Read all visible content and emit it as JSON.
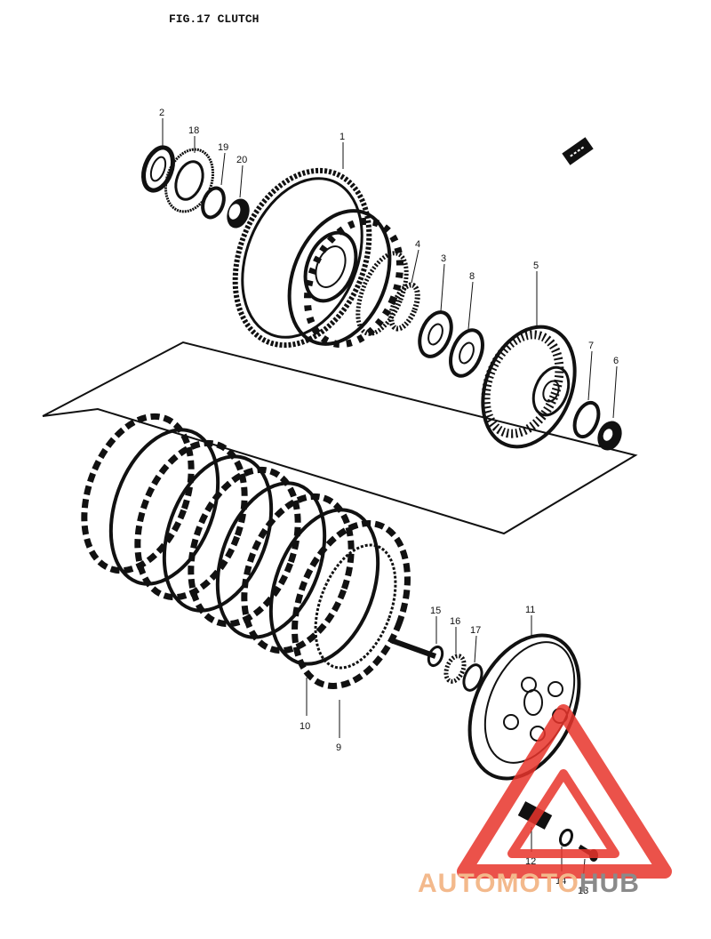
{
  "figure": {
    "title": "FIG.17  CLUTCH"
  },
  "callouts": [
    {
      "id": "c1",
      "label": "1"
    },
    {
      "id": "c2",
      "label": "2"
    },
    {
      "id": "c18",
      "label": "18"
    },
    {
      "id": "c19",
      "label": "19"
    },
    {
      "id": "c20",
      "label": "20"
    },
    {
      "id": "c4",
      "label": "4"
    },
    {
      "id": "c3",
      "label": "3"
    },
    {
      "id": "c8",
      "label": "8"
    },
    {
      "id": "c5",
      "label": "5"
    },
    {
      "id": "c7",
      "label": "7"
    },
    {
      "id": "c6",
      "label": "6"
    },
    {
      "id": "c15",
      "label": "15"
    },
    {
      "id": "c16",
      "label": "16"
    },
    {
      "id": "c17",
      "label": "17"
    },
    {
      "id": "c11",
      "label": "11"
    },
    {
      "id": "c10",
      "label": "10"
    },
    {
      "id": "c9",
      "label": "9"
    },
    {
      "id": "c12",
      "label": "12"
    },
    {
      "id": "c14",
      "label": "14"
    },
    {
      "id": "c13",
      "label": "13"
    }
  ],
  "watermark": {
    "part_a": "AUTOMOTO",
    "part_b": "HUB",
    "color_a": "#f3b98c",
    "color_b": "#8a8a8a",
    "logo_color": "#e8342b"
  }
}
